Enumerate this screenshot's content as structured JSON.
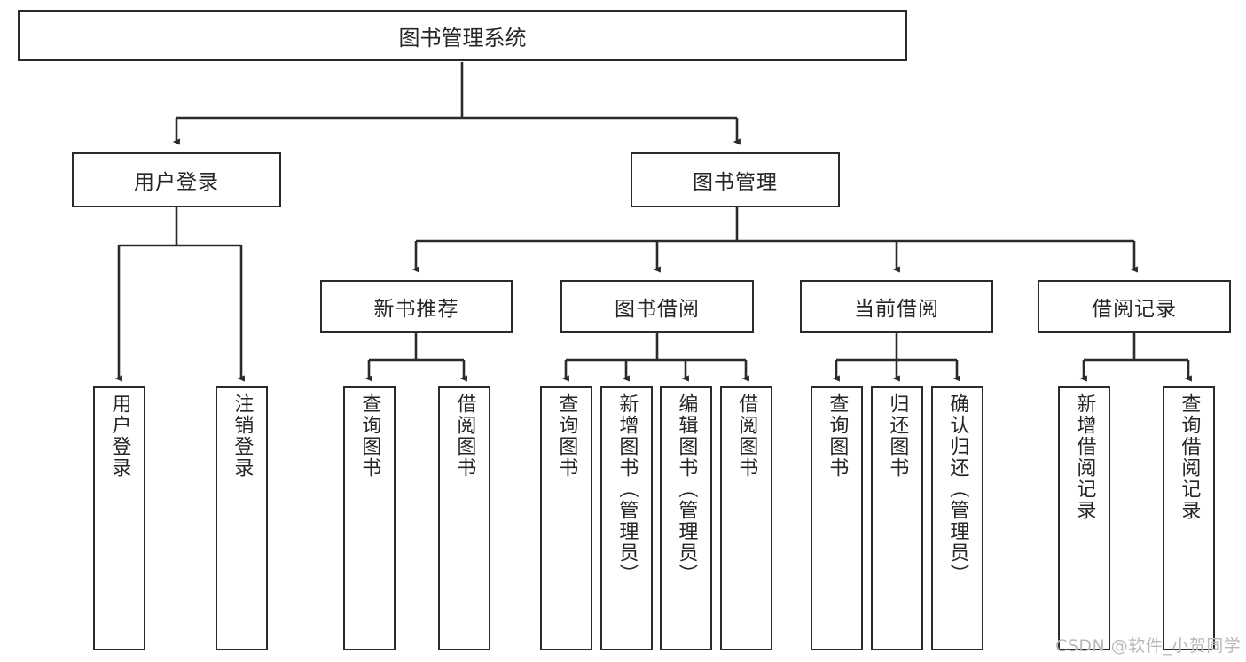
{
  "diagram": {
    "type": "tree-hierarchy",
    "title_node": {
      "label": "图书管理系统"
    },
    "level1": [
      {
        "id": "user-login",
        "label": "用户登录"
      },
      {
        "id": "book-manage",
        "label": "图书管理"
      }
    ],
    "level2": [
      {
        "id": "new-book-rec",
        "label": "新书推荐"
      },
      {
        "id": "book-borrow",
        "label": "图书借阅"
      },
      {
        "id": "current-borrow",
        "label": "当前借阅"
      },
      {
        "id": "borrow-record",
        "label": "借阅记录"
      }
    ],
    "leaves": [
      {
        "id": "leaf-user-login",
        "label": "用户登录",
        "parent": "user-login"
      },
      {
        "id": "leaf-logout",
        "label": "注销登录",
        "parent": "user-login"
      },
      {
        "id": "leaf-query-book-1",
        "label": "查询图书",
        "parent": "new-book-rec"
      },
      {
        "id": "leaf-borrow-book-1",
        "label": "借阅图书",
        "parent": "new-book-rec"
      },
      {
        "id": "leaf-query-book-2",
        "label": "查询图书",
        "parent": "book-borrow"
      },
      {
        "id": "leaf-add-book",
        "label": "新增图书（管理员）",
        "parent": "book-borrow"
      },
      {
        "id": "leaf-edit-book",
        "label": "编辑图书（管理员）",
        "parent": "book-borrow"
      },
      {
        "id": "leaf-borrow-book-2",
        "label": "借阅图书",
        "parent": "book-borrow"
      },
      {
        "id": "leaf-query-book-3",
        "label": "查询图书",
        "parent": "current-borrow"
      },
      {
        "id": "leaf-return-book",
        "label": "归还图书",
        "parent": "current-borrow"
      },
      {
        "id": "leaf-confirm-return",
        "label": "确认归还（管理员）",
        "parent": "current-borrow"
      },
      {
        "id": "leaf-add-record",
        "label": "新增借阅记录",
        "parent": "borrow-record"
      },
      {
        "id": "leaf-query-record",
        "label": "查询借阅记录",
        "parent": "borrow-record"
      }
    ],
    "colors": {
      "stroke": "#2b2b2b",
      "fill": "#ffffff",
      "text": "#262626",
      "watermark": "#b9b9b9"
    }
  },
  "watermark": {
    "text": "CSDN @软件_小贺同学"
  }
}
